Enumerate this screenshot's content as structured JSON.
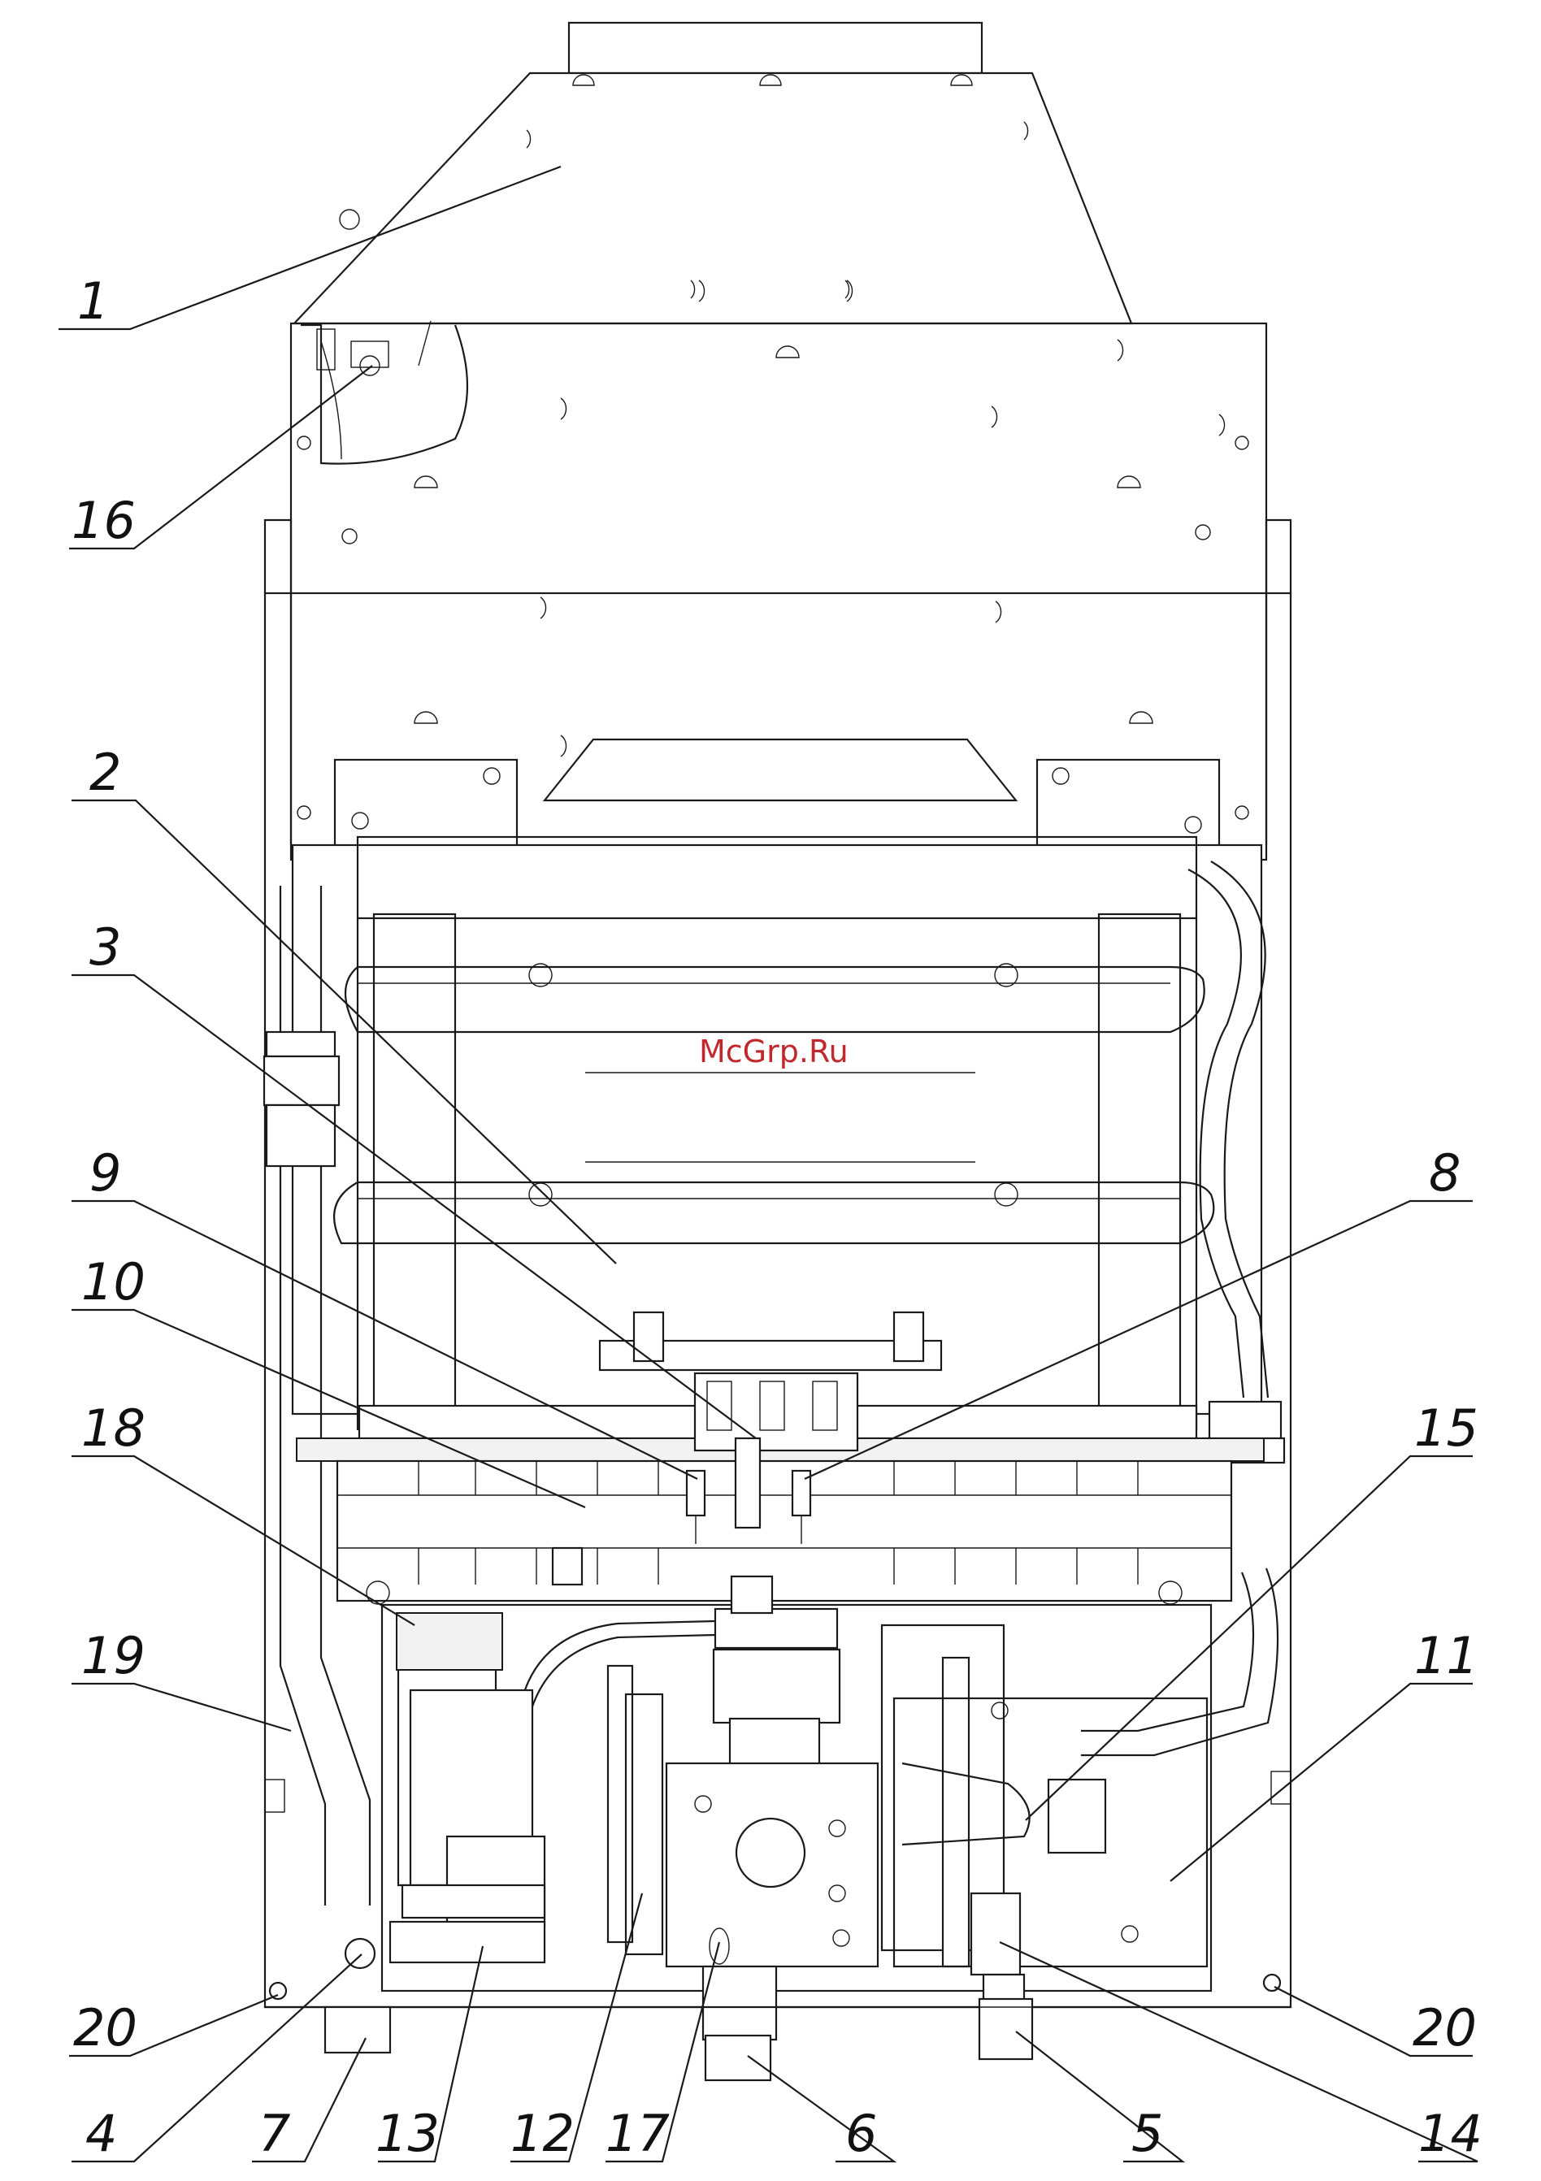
{
  "watermark": "McGrp.Ru",
  "callouts": [
    {
      "id": "c1",
      "label": "1"
    },
    {
      "id": "c16",
      "label": "16"
    },
    {
      "id": "c2",
      "label": "2"
    },
    {
      "id": "c3",
      "label": "3"
    },
    {
      "id": "c9",
      "label": "9"
    },
    {
      "id": "c8",
      "label": "8"
    },
    {
      "id": "c10",
      "label": "10"
    },
    {
      "id": "c18",
      "label": "18"
    },
    {
      "id": "c15",
      "label": "15"
    },
    {
      "id": "c19",
      "label": "19"
    },
    {
      "id": "c11",
      "label": "11"
    },
    {
      "id": "c20L",
      "label": "20"
    },
    {
      "id": "c20R",
      "label": "20"
    },
    {
      "id": "c4",
      "label": "4"
    },
    {
      "id": "c7",
      "label": "7"
    },
    {
      "id": "c13",
      "label": "13"
    },
    {
      "id": "c12",
      "label": "12"
    },
    {
      "id": "c17",
      "label": "17"
    },
    {
      "id": "c6",
      "label": "6"
    },
    {
      "id": "c5",
      "label": "5"
    },
    {
      "id": "c14",
      "label": "14"
    }
  ]
}
